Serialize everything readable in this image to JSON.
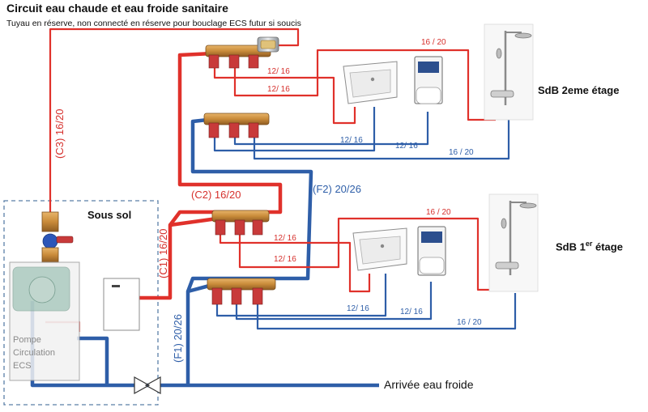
{
  "header": {
    "title": "Circuit eau chaude et eau froide sanitaire",
    "subtitle": "Tuyau en réserve, non connecté en réserve pour bouclage ECS futur si soucis"
  },
  "zones": {
    "basement": "Sous sol",
    "floor2_room": "SdB 2eme étage",
    "floor1_room_prefix": "SdB 1",
    "floor1_room_sup": "er",
    "floor1_room_suffix": " étage"
  },
  "circuit_labels": {
    "c3": "(C3) 16/20",
    "c2": "(C2) 16/20",
    "c1": "(C1) 16/20",
    "f2": "(F2) 20/26",
    "f1": "(F1) 20/26"
  },
  "pipe_labels": {
    "top_shower_hot": "16 / 20",
    "top_basin_hot": "12/ 16",
    "top_wc_hot": "12/ 16",
    "top_basin_cold": "12/ 16",
    "top_wc_cold": "12/ 16",
    "top_shower_cold": "16 / 20",
    "bot_shower_hot": "16 / 20",
    "bot_basin_hot": "12/ 16",
    "bot_wc_hot": "12/ 16",
    "bot_basin_cold": "12/ 16",
    "bot_wc_cold": "12/ 16",
    "bot_shower_cold": "16 / 20"
  },
  "pump": {
    "line1": "Pompe",
    "line2": "Circulation",
    "line3": "ECS"
  },
  "inlet": {
    "label": "Arrivée eau froide"
  },
  "colors": {
    "hot": "#e0312b",
    "cold": "#2e5ea8",
    "brass": "#c98b3a",
    "valve_red": "#c83a3a",
    "dashed": "#5b7fa8"
  }
}
